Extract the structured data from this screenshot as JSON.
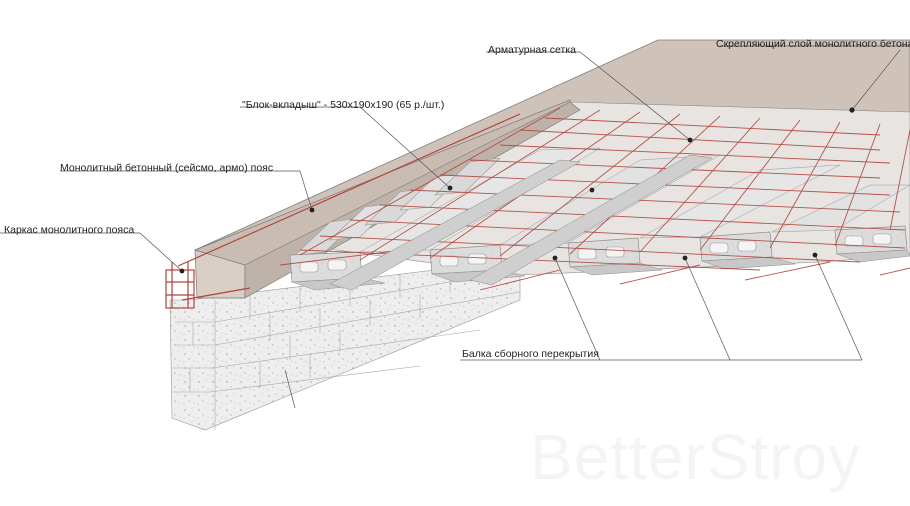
{
  "labels": {
    "binding_layer": "Скрепляющий слой монолитного бетона",
    "mesh": "Арматурная сетка",
    "insert_block": "\"Блок-вкладыш\" - 530х190х190 (65 р./шт.)",
    "belt": "Монолитный бетонный (сейсмо, армо) пояс",
    "belt_frame": "Каркас монолитного пояса",
    "beam": "Балка сборного перекрытия"
  },
  "watermark": "BetterStroy",
  "colors": {
    "concrete_top": "#cfc3b9",
    "concrete_side": "#d8cec5",
    "rebar": "#b0443a",
    "block": "#d9d9d9",
    "block_dark": "#a9a9a9",
    "line": "#555555"
  }
}
